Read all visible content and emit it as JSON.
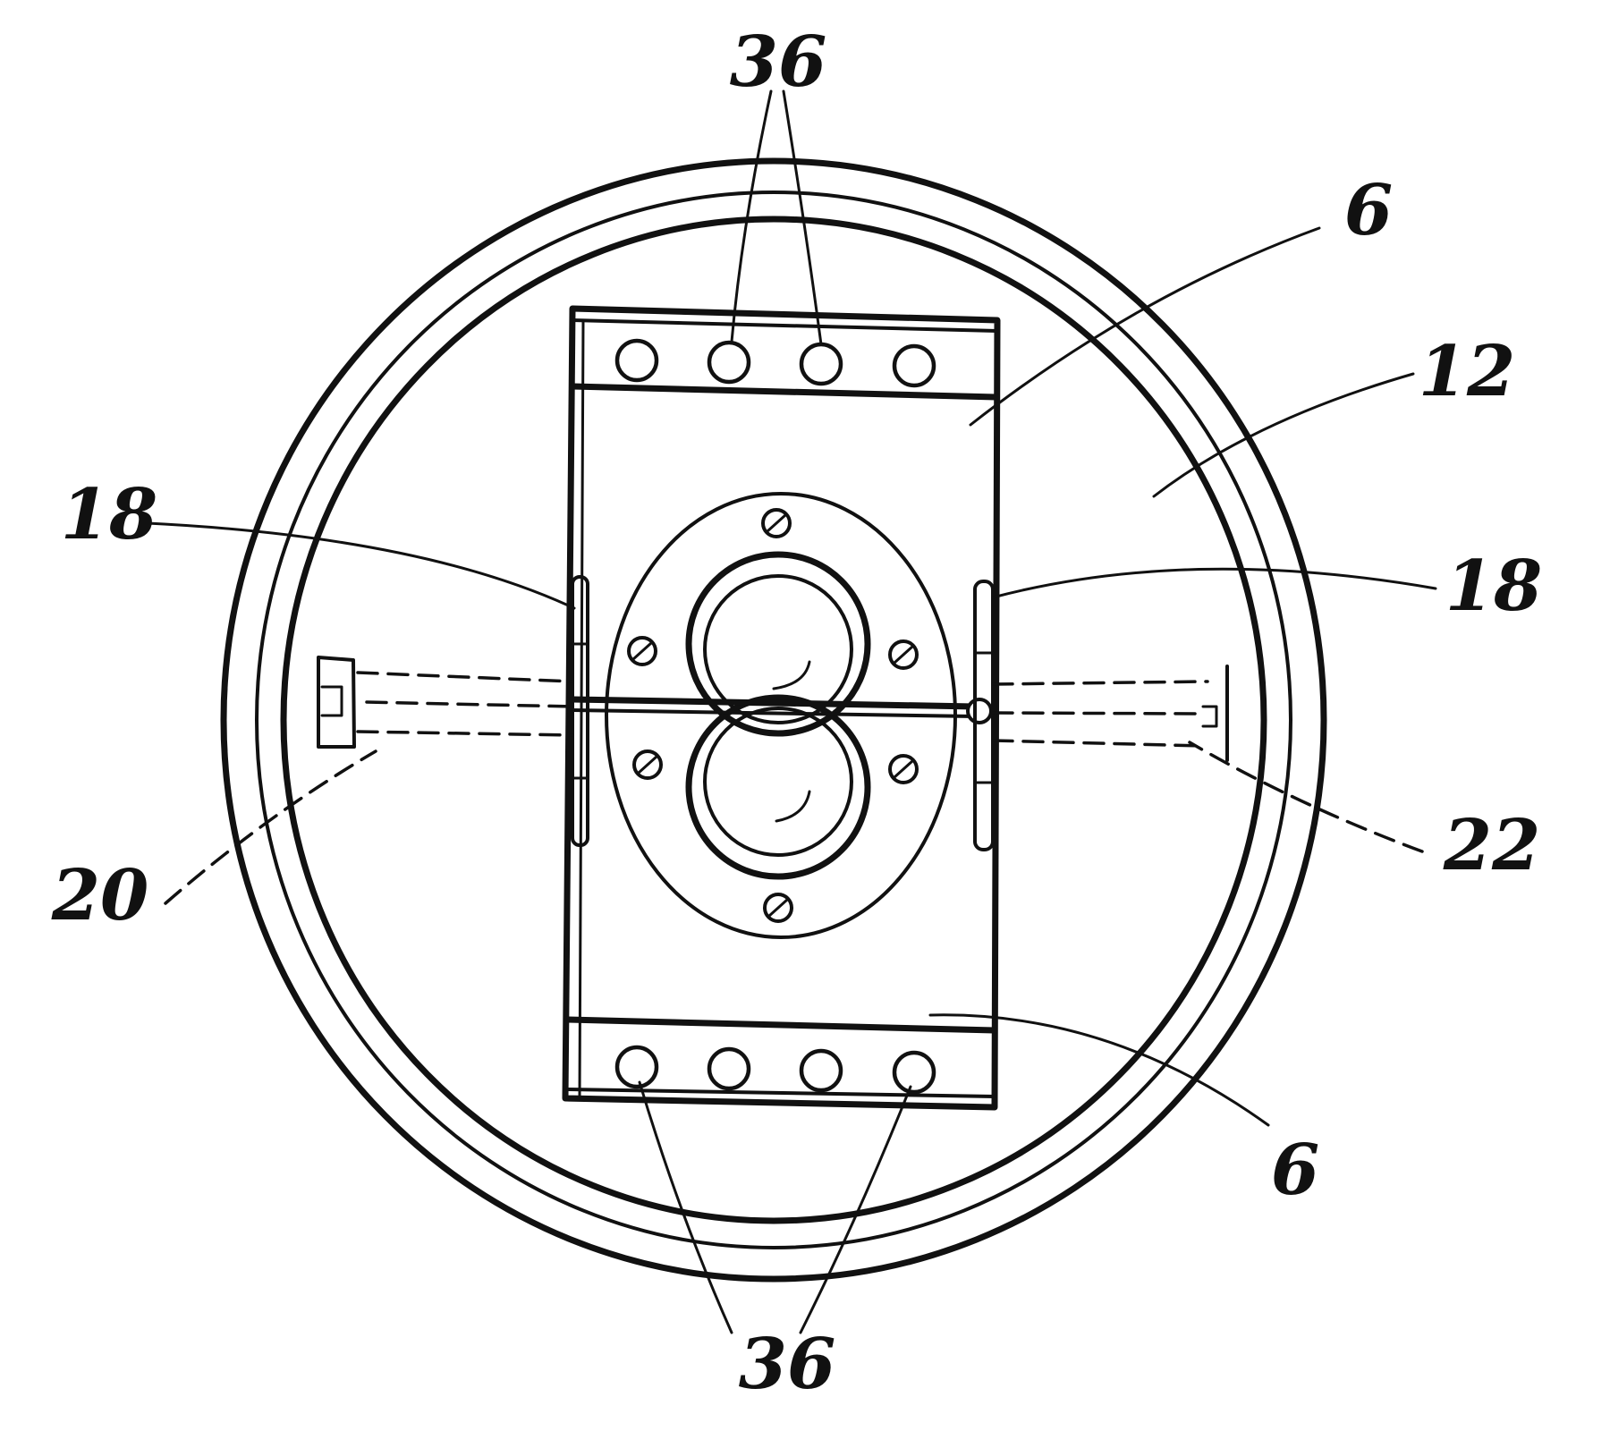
{
  "figure": {
    "labels": {
      "ref_36_top": "36",
      "ref_6_top": "6",
      "ref_12": "12",
      "ref_18_left": "18",
      "ref_18_right": "18",
      "ref_20": "20",
      "ref_22": "22",
      "ref_6_bottom": "6",
      "ref_36_bottom": "36"
    }
  }
}
